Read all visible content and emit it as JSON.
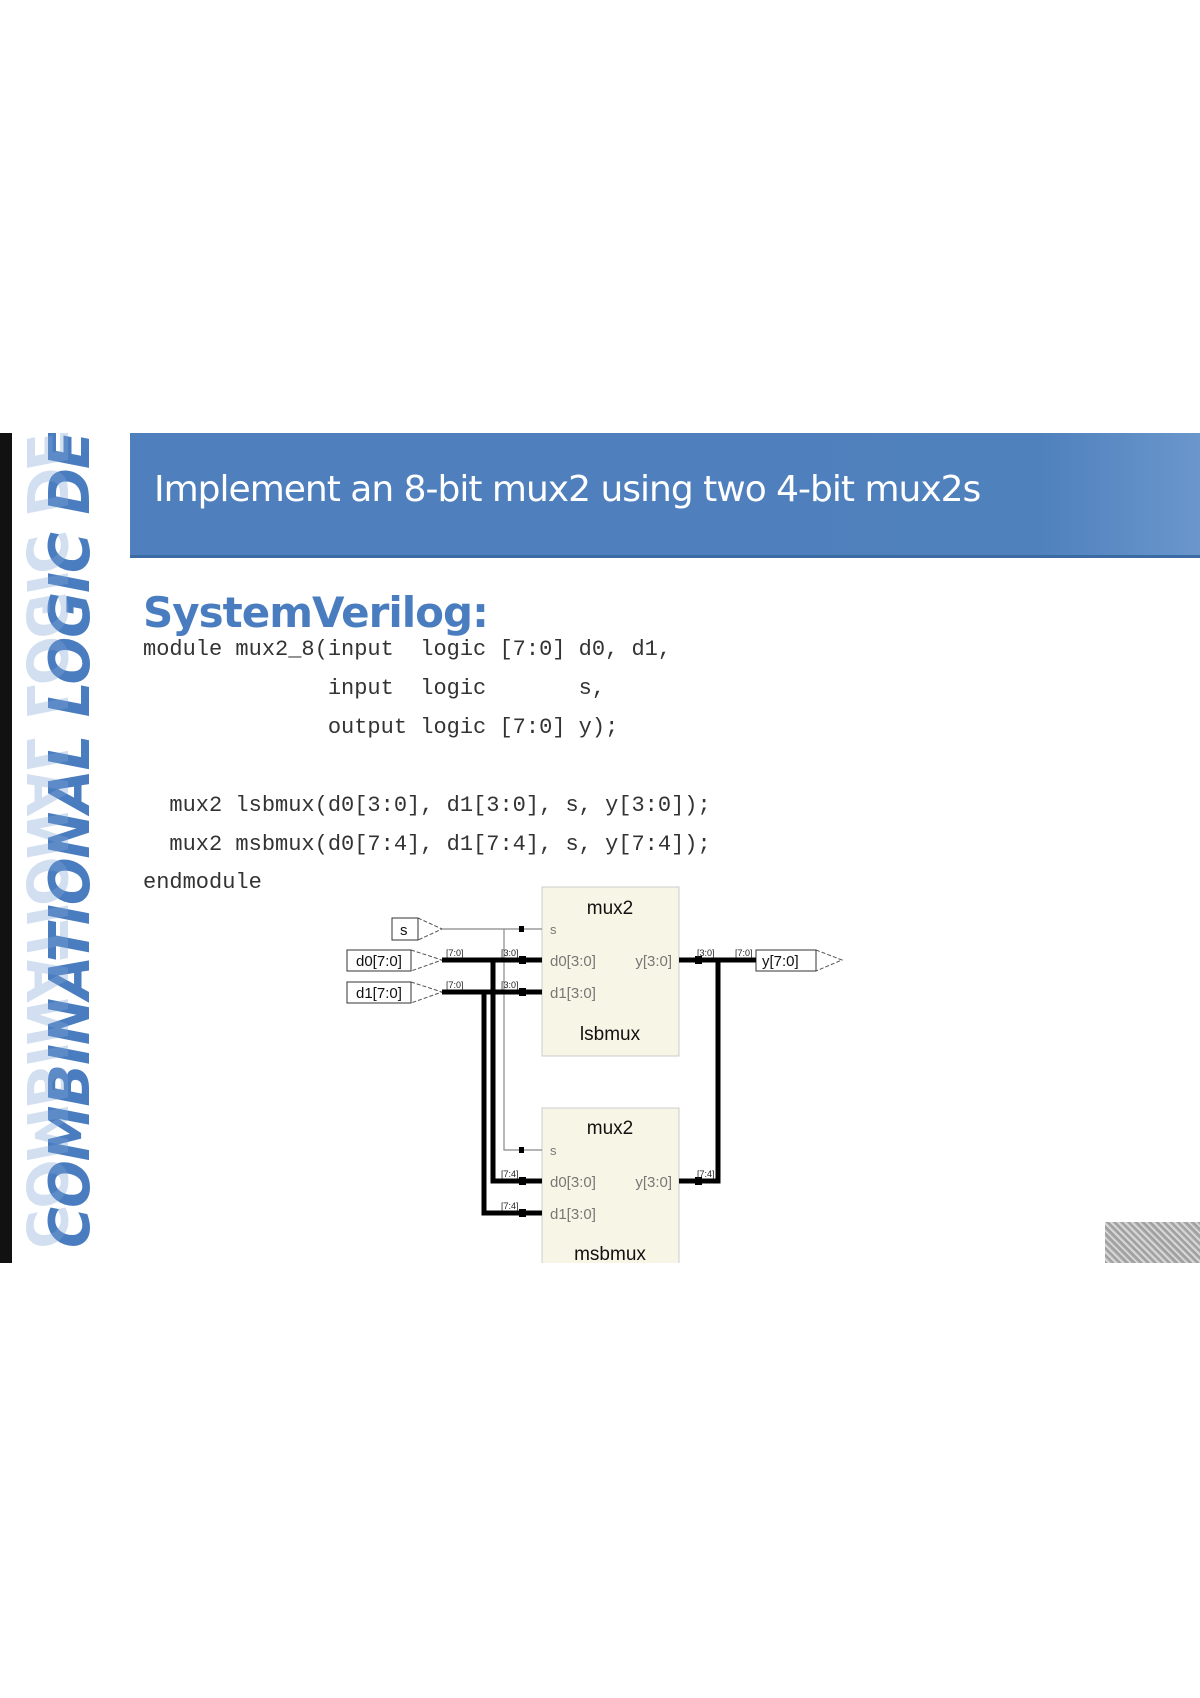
{
  "sidebar_title": "COMBINATIONAL LOGIC DESIGN",
  "header": {
    "title": "Implement an 8-bit mux2 using two 4-bit mux2s"
  },
  "section_title": "SystemVerilog:",
  "code": [
    "module mux2_8(input  logic [7:0] d0, d1,",
    "              input  logic       s,",
    "              output logic [7:0] y);",
    "  mux2 lsbmux(d0[3:0], d1[3:0], s, y[3:0]);",
    "  mux2 msbmux(d0[7:4], d1[7:4], s, y[7:4]);",
    "endmodule"
  ],
  "diagram": {
    "inputs": {
      "s": "s",
      "d0": "d0[7:0]",
      "d1": "d1[7:0]"
    },
    "output": "y[7:0]",
    "bus_labels": {
      "d0_in": "[7:0]",
      "d1_in": "[7:0]",
      "lsb_d0": "[3:0]",
      "lsb_d1": "[3:0]",
      "msb_d0": "[7:4]",
      "msb_d1": "[7:4]",
      "lsb_y": "[3:0]",
      "y_out": "[7:0]",
      "msb_y": "[7:4]"
    },
    "lsb": {
      "type": "mux2",
      "name": "lsbmux",
      "s": "s",
      "d0": "d0[3:0]",
      "d1": "d1[3:0]",
      "y": "y[3:0]"
    },
    "msb": {
      "type": "mux2",
      "name": "msbmux",
      "s": "s",
      "d0": "d0[3:0]",
      "d1": "d1[3:0]",
      "y": "y[3:0]"
    }
  },
  "colors": {
    "accent": "#4f81bd",
    "block_fill": "#f7f6e6"
  }
}
